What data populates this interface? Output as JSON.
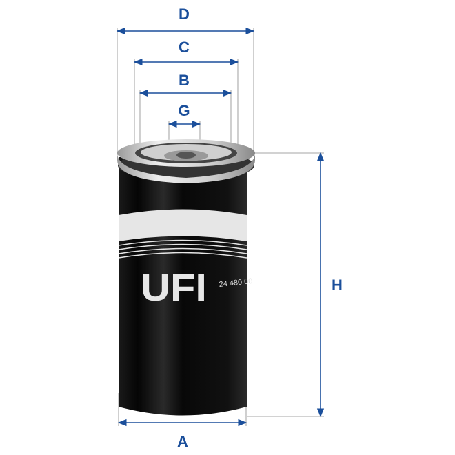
{
  "dimensions": {
    "D": "D",
    "C": "C",
    "B": "B",
    "G": "G",
    "H": "H",
    "A": "A"
  },
  "product": {
    "brand_logo": "UFI",
    "part_number": "24 480 00"
  },
  "colors": {
    "dimension_lines": "#1b4f9b",
    "extension_lines": "#888888",
    "filter_body": "#0a0a0a",
    "band": "#e6e6e6"
  }
}
